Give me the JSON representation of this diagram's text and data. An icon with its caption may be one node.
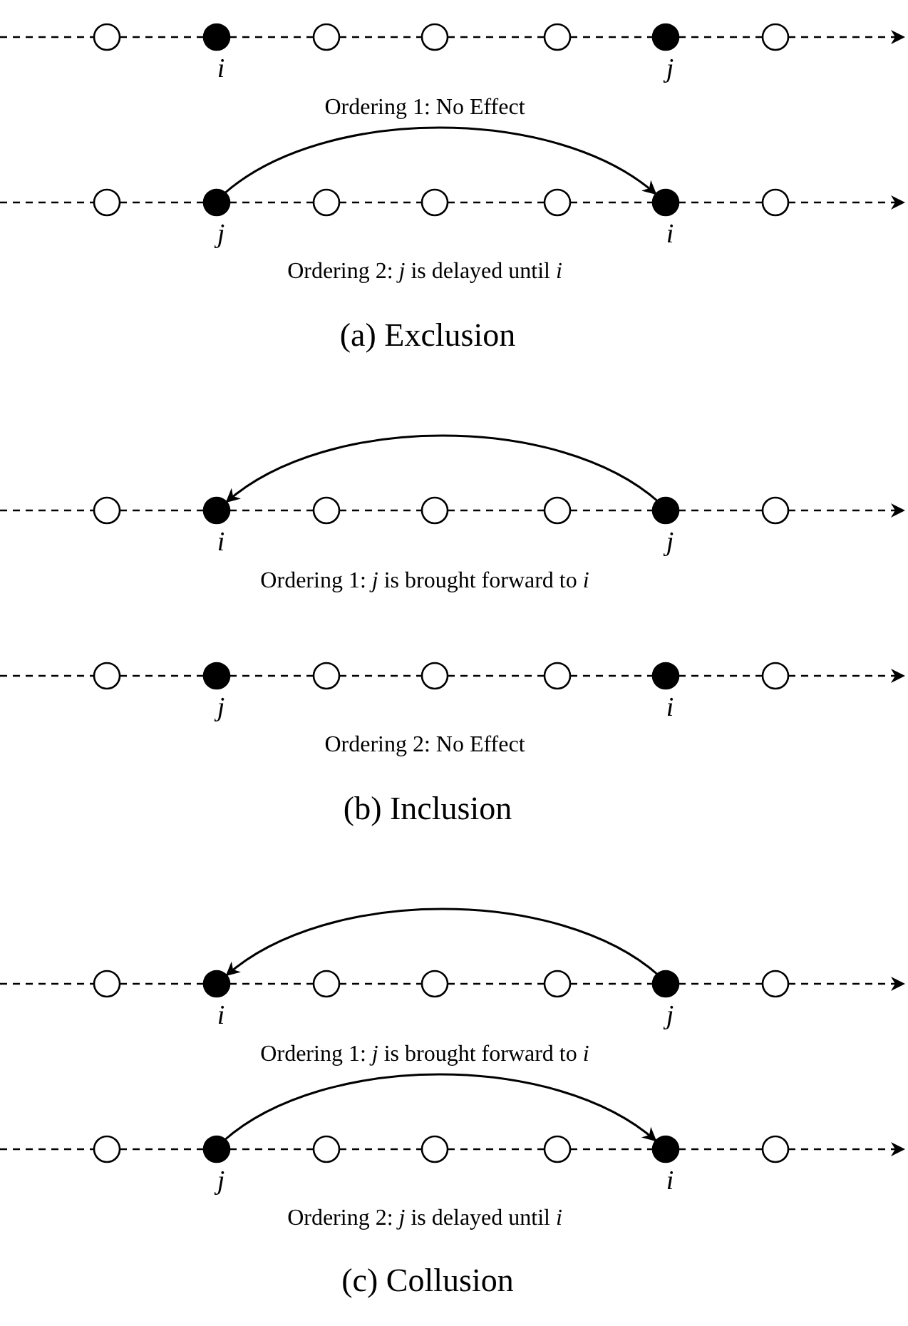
{
  "diagram": {
    "nodes": [
      {
        "text": [],
        "shape": "circle"
      },
      {
        "text": [],
        "shape": "dot"
      },
      {
        "text": [],
        "shape": "circle"
      },
      {
        "text": [],
        "shape": "circle"
      },
      {
        "text": [],
        "shape": "circle"
      },
      {
        "text": [],
        "shape": "dot"
      },
      {
        "text": [],
        "shape": "circle"
      },
      {
        "text": [],
        "shape": "circle"
      },
      {
        "text": [],
        "shape": "dot"
      },
      {
        "text": [],
        "shape": "circle"
      },
      {
        "text": [],
        "shape": "circle"
      },
      {
        "text": [],
        "shape": "circle"
      },
      {
        "text": [],
        "shape": "dot"
      },
      {
        "text": [],
        "shape": "circle"
      },
      {
        "text": [],
        "shape": "circle"
      },
      {
        "text": [],
        "shape": "dot"
      },
      {
        "text": [],
        "shape": "circle"
      },
      {
        "text": [],
        "shape": "circle"
      },
      {
        "text": [],
        "shape": "circle"
      },
      {
        "text": [],
        "shape": "dot"
      },
      {
        "text": [],
        "shape": "circle"
      },
      {
        "text": [],
        "shape": "circle"
      },
      {
        "text": [],
        "shape": "dot"
      },
      {
        "text": [],
        "shape": "circle"
      },
      {
        "text": [],
        "shape": "circle"
      },
      {
        "text": [],
        "shape": "circle"
      },
      {
        "text": [],
        "shape": "dot"
      },
      {
        "text": [],
        "shape": "circle"
      },
      {
        "text": [],
        "shape": "circle"
      },
      {
        "text": [],
        "shape": "dot"
      },
      {
        "text": [],
        "shape": "circle"
      },
      {
        "text": [],
        "shape": "circle"
      },
      {
        "text": [],
        "shape": "circle"
      },
      {
        "text": [],
        "shape": "dot"
      },
      {
        "text": [],
        "shape": "circle"
      },
      {
        "text": [],
        "shape": "circle"
      },
      {
        "text": [],
        "shape": "dot"
      },
      {
        "text": [],
        "shape": "circle"
      },
      {
        "text": [],
        "shape": "circle"
      },
      {
        "text": [],
        "shape": "circle"
      },
      {
        "text": [],
        "shape": "dot"
      },
      {
        "text": [],
        "shape": "circle"
      }
    ],
    "edges": [
      {
        "from": null,
        "to": 0,
        "arrow": "none",
        "style": "dashed"
      },
      {
        "from": 0,
        "to": 1,
        "arrow": "none",
        "style": "dashed"
      },
      {
        "from": 1,
        "to": 2,
        "arrow": "none",
        "style": "dashed"
      },
      {
        "from": 2,
        "to": 3,
        "arrow": "none",
        "style": "dashed"
      },
      {
        "from": 3,
        "to": 4,
        "arrow": "none",
        "style": "dashed"
      },
      {
        "from": 4,
        "to": 5,
        "arrow": "none",
        "style": "dashed"
      },
      {
        "from": 5,
        "to": 6,
        "arrow": "none",
        "style": "dashed"
      },
      {
        "from": 6,
        "to": null,
        "arrow": "to",
        "style": "dashed"
      },
      {
        "from": null,
        "to": 7,
        "arrow": "none",
        "style": "dashed"
      },
      {
        "from": 7,
        "to": 8,
        "arrow": "none",
        "style": "dashed"
      },
      {
        "from": 8,
        "to": 9,
        "arrow": "none",
        "style": "dashed"
      },
      {
        "from": 9,
        "to": 10,
        "arrow": "none",
        "style": "dashed"
      },
      {
        "from": 10,
        "to": 11,
        "arrow": "none",
        "style": "dashed"
      },
      {
        "from": 11,
        "to": 12,
        "arrow": "none",
        "style": "dashed"
      },
      {
        "from": 12,
        "to": 13,
        "arrow": "none",
        "style": "dashed"
      },
      {
        "from": 13,
        "to": null,
        "arrow": "to",
        "style": "dashed"
      },
      {
        "from": null,
        "to": 14,
        "arrow": "none",
        "style": "dashed"
      },
      {
        "from": 14,
        "to": 15,
        "arrow": "none",
        "style": "dashed"
      },
      {
        "from": 15,
        "to": 16,
        "arrow": "none",
        "style": "dashed"
      },
      {
        "from": 16,
        "to": 17,
        "arrow": "none",
        "style": "dashed"
      },
      {
        "from": 17,
        "to": 18,
        "arrow": "none",
        "style": "dashed"
      },
      {
        "from": 18,
        "to": 19,
        "arrow": "none",
        "style": "dashed"
      },
      {
        "from": 19,
        "to": 20,
        "arrow": "none",
        "style": "dashed"
      },
      {
        "from": 20,
        "to": null,
        "arrow": "to",
        "style": "dashed"
      },
      {
        "from": null,
        "to": 21,
        "arrow": "none",
        "style": "dashed"
      },
      {
        "from": 21,
        "to": 22,
        "arrow": "none",
        "style": "dashed"
      },
      {
        "from": 22,
        "to": 23,
        "arrow": "none",
        "style": "dashed"
      },
      {
        "from": 23,
        "to": 24,
        "arrow": "none",
        "style": "dashed"
      },
      {
        "from": 24,
        "to": 25,
        "arrow": "none",
        "style": "dashed"
      },
      {
        "from": 25,
        "to": 26,
        "arrow": "none",
        "style": "dashed"
      },
      {
        "from": 26,
        "to": 27,
        "arrow": "none",
        "style": "dashed"
      },
      {
        "from": 27,
        "to": null,
        "arrow": "to",
        "style": "dashed"
      },
      {
        "from": null,
        "to": 28,
        "arrow": "none",
        "style": "dashed"
      },
      {
        "from": 28,
        "to": 29,
        "arrow": "none",
        "style": "dashed"
      },
      {
        "from": 29,
        "to": 30,
        "arrow": "none",
        "style": "dashed"
      },
      {
        "from": 30,
        "to": 31,
        "arrow": "none",
        "style": "dashed"
      },
      {
        "from": 31,
        "to": 32,
        "arrow": "none",
        "style": "dashed"
      },
      {
        "from": 32,
        "to": 33,
        "arrow": "none",
        "style": "dashed"
      },
      {
        "from": 33,
        "to": 34,
        "arrow": "none",
        "style": "dashed"
      },
      {
        "from": 34,
        "to": null,
        "arrow": "to",
        "style": "dashed"
      },
      {
        "from": null,
        "to": 35,
        "arrow": "none",
        "style": "dashed"
      },
      {
        "from": 35,
        "to": 36,
        "arrow": "none",
        "style": "dashed"
      },
      {
        "from": 36,
        "to": 37,
        "arrow": "none",
        "style": "dashed"
      },
      {
        "from": 37,
        "to": 38,
        "arrow": "none",
        "style": "dashed"
      },
      {
        "from": 38,
        "to": 39,
        "arrow": "none",
        "style": "dashed"
      },
      {
        "from": 39,
        "to": 40,
        "arrow": "none",
        "style": "dashed"
      },
      {
        "from": 40,
        "to": 41,
        "arrow": "none",
        "style": "dashed"
      },
      {
        "from": 41,
        "to": null,
        "arrow": "to",
        "style": "dashed"
      },
      {
        "from": 8,
        "to": 12,
        "arrow": "to"
      },
      {
        "from": 19,
        "to": 15,
        "arrow": "to"
      },
      {
        "from": 33,
        "to": 29,
        "arrow": "to"
      },
      {
        "from": 36,
        "to": 40,
        "arrow": "to"
      }
    ],
    "labels": [
      "i",
      "j",
      "Ordering 1: No Effect",
      "j",
      "i",
      "Ordering 2: *j* is delayed until *i*",
      "(a) Exclusion",
      "i",
      "j",
      "Ordering 1: *j* is brought forward to *i*",
      "j",
      "i",
      "Ordering 2: No Effect",
      "(b) Inclusion",
      "i",
      "j",
      "Ordering 1: *j* is brought forward to *i*",
      "j",
      "i",
      "Ordering 2: *j* is delayed until *i*",
      "(c) Collusion"
    ]
  }
}
